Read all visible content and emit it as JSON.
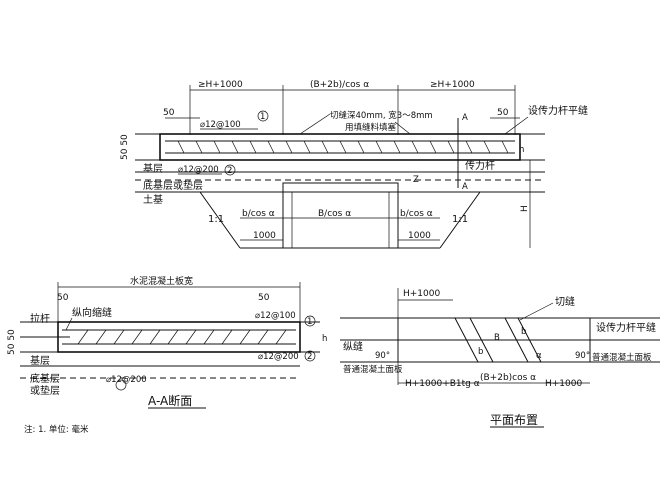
{
  "top_section": {
    "dim_left": "≥H+1000",
    "dim_mid": "(B+2b)/cos α",
    "dim_right": "≥H+1000",
    "dim_50_left": "50",
    "dim_50_right": "50",
    "dim_50_50": "50 50",
    "rebar_top": "⌀12@100",
    "rebar_bot": "⌀12@200",
    "marker_1": "1",
    "marker_2": "2",
    "note_cut": "切缝深40mm, 宽3～8mm",
    "note_fill": "用填缝料填塞",
    "note_dowel_plane": "设传力杆平缝",
    "note_dowel": "传力杆",
    "label_base": "基层",
    "label_subbase": "底基层或垫层",
    "label_soil": "土基",
    "dim_h": "h",
    "dim_z": "Z",
    "dim_H": "H",
    "slope_left": "1:1",
    "slope_right": "1:1",
    "dim_bcos_left": "b/cos α",
    "dim_Bcos": "B/cos α",
    "dim_bcos_right": "b/cos α",
    "dim_1000_left": "1000",
    "dim_1000_right": "1000",
    "sec_A_top": "A",
    "sec_A_bot": "A"
  },
  "section_aa": {
    "dim_width": "水泥混凝土板宽",
    "dim_50_left": "50",
    "dim_50_right": "50",
    "label_tie_bar": "拉杆",
    "label_long_joint": "纵向缩缝",
    "rebar_top": "⌀12@100",
    "rebar_bot": "⌀12@200",
    "marker_1": "1",
    "marker_2": "2",
    "dim_50_50": "50 50",
    "dim_h": "h",
    "label_base": "基层",
    "label_sub": "底基层",
    "label_cushion": "或垫层",
    "title": "A-A断面"
  },
  "plan": {
    "dim_top": "H+1000",
    "label_cut": "切缝",
    "label_dowel": "设传力杆平缝",
    "label_long_joint": "纵缝",
    "label_B": "B",
    "label_b_left": "b",
    "label_b_right": "b",
    "label_alpha": "α",
    "angle_left": "90°",
    "angle_right": "90°",
    "label_left_slab": "普通混凝土面板",
    "label_right_slab": "普通混凝土面板",
    "dim_bottom_left": "H+1000+B1tg α",
    "dim_bottom_mid": "(B+2b)cos α",
    "dim_bottom_right": "H+1000",
    "title": "平面布置"
  },
  "footnote": "注: 1. 单位: 毫米"
}
